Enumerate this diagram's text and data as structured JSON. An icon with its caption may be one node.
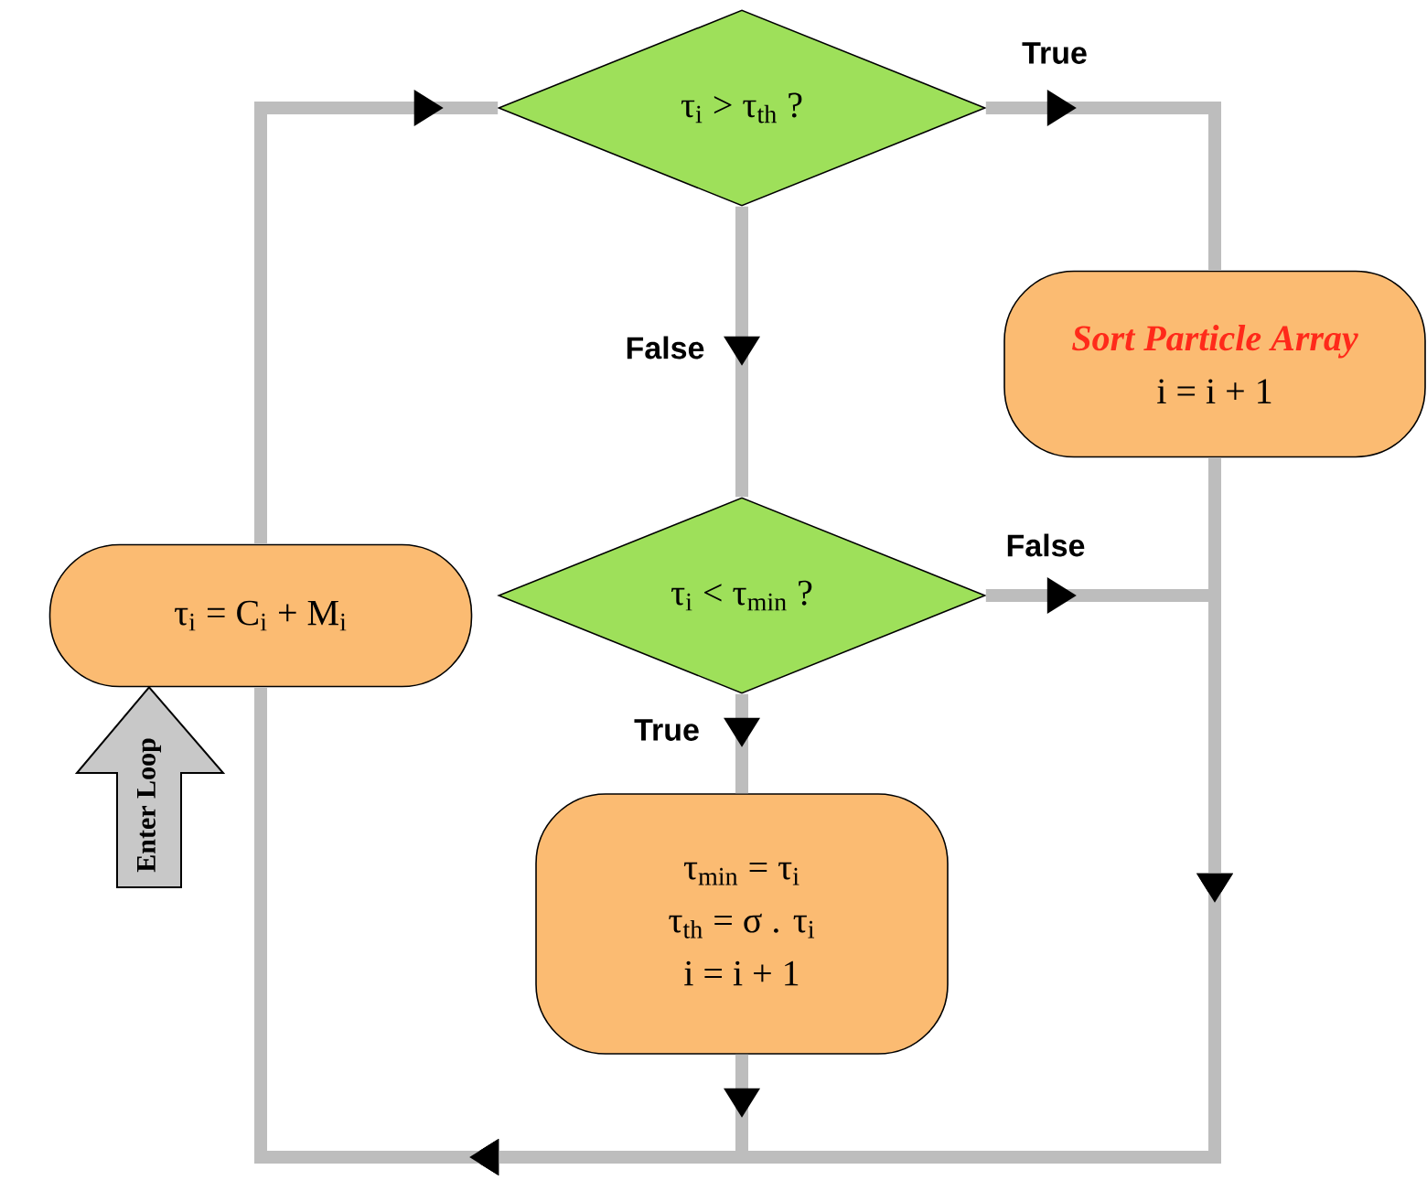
{
  "diagram": {
    "nodes": [
      {
        "text": [
          "τ$_{i}$ > τ$_{th}$ ?"
        ]
      },
      {
        "text": [
          "τ$_{i}$ < τ$_{min}$ ?"
        ]
      },
      {
        "text": [
          "Sort Particle Array",
          "i = i + 1"
        ]
      },
      {
        "text": [
          "τ$_{min}$ = τ$_{i}$",
          "τ$_{th}$ = σ . τ$_{i}$",
          "i = i + 1"
        ]
      },
      {
        "text": [
          "τ$_{i}$ = C$_{i}$ + M$_{i}$"
        ]
      }
    ],
    "edges": [
      {
        "from": 4,
        "to": 0,
        "arrow": "to"
      },
      {
        "from": 0,
        "to": 2,
        "arrow": "to",
        "label": "True"
      },
      {
        "from": 0,
        "to": 1,
        "arrow": "to",
        "label": "False"
      },
      {
        "from": 1,
        "to": 3,
        "arrow": "to",
        "label": "True"
      },
      {
        "from": 1,
        "to": 4,
        "arrow": "to",
        "label": "False"
      },
      {
        "from": 2,
        "to": 4,
        "arrow": "to"
      },
      {
        "from": 3,
        "to": 4,
        "arrow": "to"
      },
      {
        "from": null,
        "to": 4,
        "arrow": "to",
        "label": "Enter Loop",
        "style": "thick"
      }
    ]
  }
}
